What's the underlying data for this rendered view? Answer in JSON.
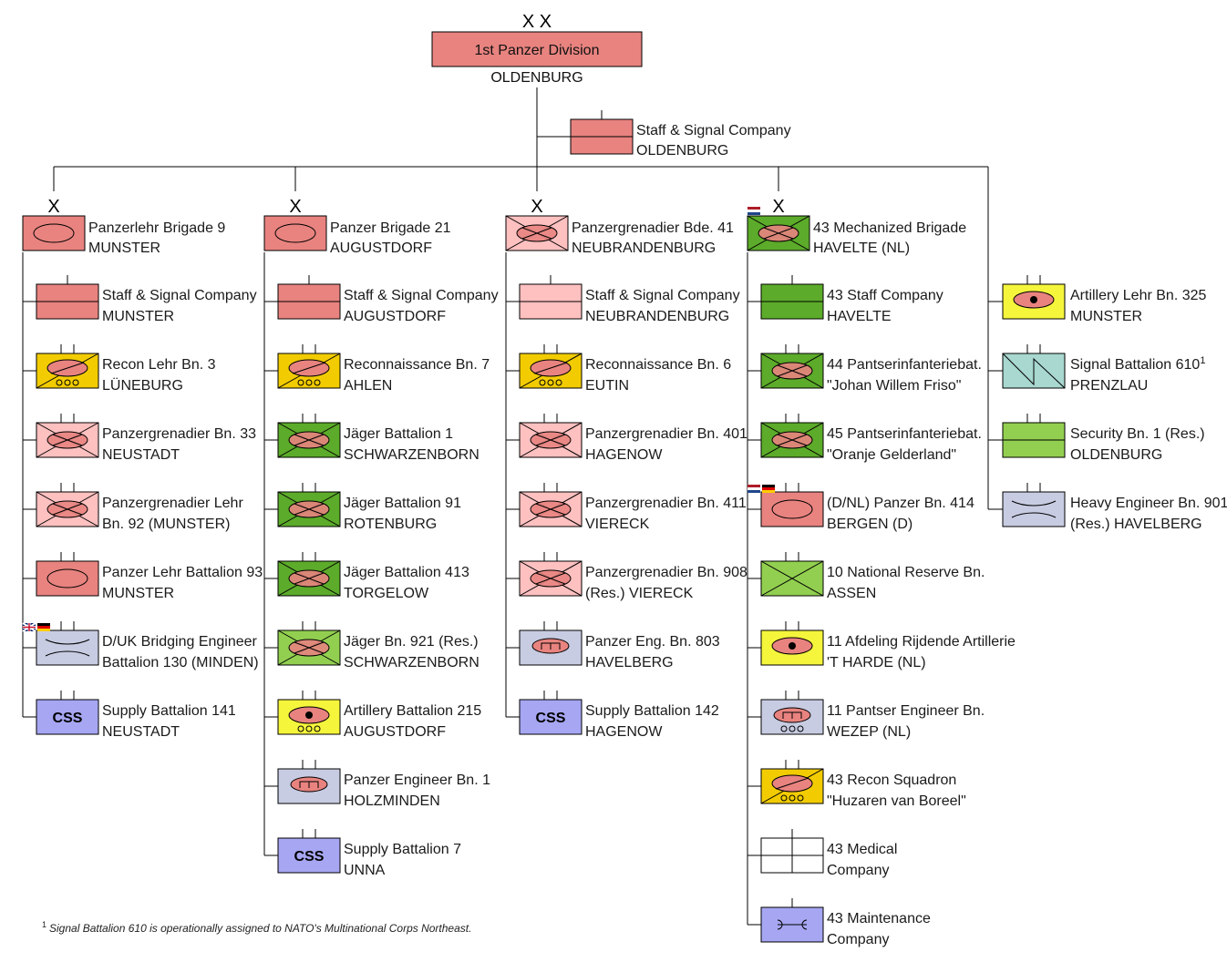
{
  "division": {
    "echelon": "X X",
    "name": "1st Panzer Division",
    "location": "OLDENBURG"
  },
  "division_hq": {
    "line1": "Staff & Signal Company",
    "line2": "OLDENBURG"
  },
  "brigade_echelon": "X",
  "brigades": [
    {
      "line1": "Panzerlehr Brigade 9",
      "line2": "MUNSTER",
      "type": "armor",
      "fill": "#e8837f",
      "units": [
        {
          "line1": "Staff & Signal Company",
          "line2": "MUNSTER",
          "type": "hq",
          "fill": "#e8837f"
        },
        {
          "line1": "Recon Lehr Bn. 3",
          "line2": "LÜNEBURG",
          "type": "recon",
          "fill": "#f2cc00"
        },
        {
          "line1": "Panzergrenadier Bn. 33",
          "line2": "NEUSTADT",
          "type": "mech",
          "fill": "#ffc0c0"
        },
        {
          "line1": "Panzergrenadier Lehr",
          "line2": "Bn. 92 (MUNSTER)",
          "type": "mech",
          "fill": "#ffc0c0"
        },
        {
          "line1": "Panzer Lehr Battalion 93",
          "line2": "MUNSTER",
          "type": "armor",
          "fill": "#e8837f"
        },
        {
          "line1": "D/UK Bridging Engineer",
          "line2": "Battalion 130 (MINDEN)",
          "type": "bridging",
          "fill": "#c8cce2",
          "flags": "uk-de"
        },
        {
          "line1": "Supply Battalion 141",
          "line2": "NEUSTADT",
          "type": "css",
          "fill": "#a6a6f2",
          "symbol_text": "CSS"
        }
      ]
    },
    {
      "line1": "Panzer Brigade 21",
      "line2": "AUGUSTDORF",
      "type": "armor",
      "fill": "#e8837f",
      "units": [
        {
          "line1": "Staff & Signal Company",
          "line2": "AUGUSTDORF",
          "type": "hq",
          "fill": "#e8837f"
        },
        {
          "line1": "Reconnaissance Bn. 7",
          "line2": "AHLEN",
          "type": "recon",
          "fill": "#f2cc00"
        },
        {
          "line1": "Jäger Battalion 1",
          "line2": "SCHWARZENBORN",
          "type": "mech",
          "fill": "#5cab2a"
        },
        {
          "line1": "Jäger Battalion 91",
          "line2": "ROTENBURG",
          "type": "mech",
          "fill": "#5cab2a"
        },
        {
          "line1": "Jäger Battalion 413",
          "line2": "TORGELOW",
          "type": "mech",
          "fill": "#5cab2a"
        },
        {
          "line1": "Jäger Bn. 921 (Res.)",
          "line2": "SCHWARZENBORN",
          "type": "mech",
          "fill": "#92cf50"
        },
        {
          "line1": "Artillery Battalion 215",
          "line2": "AUGUSTDORF",
          "type": "artillery",
          "fill": "#f5f53c"
        },
        {
          "line1": "Panzer Engineer Bn. 1",
          "line2": "HOLZMINDEN",
          "type": "engineer",
          "fill": "#c8cce2"
        },
        {
          "line1": "Supply Battalion 7",
          "line2": "UNNA",
          "type": "css",
          "fill": "#a6a6f2",
          "symbol_text": "CSS"
        }
      ]
    },
    {
      "line1": "Panzergrenadier Bde. 41",
      "line2": "NEUBRANDENBURG",
      "type": "mech",
      "fill": "#ffc0c0",
      "units": [
        {
          "line1": "Staff & Signal Company",
          "line2": "NEUBRANDENBURG",
          "type": "hq",
          "fill": "#ffc0c0"
        },
        {
          "line1": "Reconnaissance Bn. 6",
          "line2": "EUTIN",
          "type": "recon",
          "fill": "#f2cc00"
        },
        {
          "line1": "Panzergrenadier Bn. 401",
          "line2": "HAGENOW",
          "type": "mech",
          "fill": "#ffc0c0"
        },
        {
          "line1": "Panzergrenadier Bn. 411",
          "line2": "VIERECK",
          "type": "mech",
          "fill": "#ffc0c0"
        },
        {
          "line1": "Panzergrenadier Bn. 908",
          "line2": "(Res.) VIERECK",
          "type": "mech",
          "fill": "#ffc0c0"
        },
        {
          "line1": "Panzer Eng. Bn. 803",
          "line2": "HAVELBERG",
          "type": "engineer",
          "fill": "#c8cce2"
        },
        {
          "line1": "Supply Battalion 142",
          "line2": "HAGENOW",
          "type": "css",
          "fill": "#a6a6f2",
          "symbol_text": "CSS"
        }
      ]
    },
    {
      "line1": "43 Mechanized Brigade",
      "line2": "HAVELTE (NL)",
      "type": "mech",
      "fill": "#5cab2a",
      "flags": "nl",
      "units": [
        {
          "line1": "43 Staff Company",
          "line2": "HAVELTE",
          "type": "hq",
          "fill": "#5cab2a"
        },
        {
          "line1": "44 Pantserinfanteriebat.",
          "line2": "\"Johan Willem Friso\"",
          "type": "mech",
          "fill": "#5cab2a"
        },
        {
          "line1": "45 Pantserinfanteriebat.",
          "line2": "\"Oranje Gelderland\"",
          "type": "mech",
          "fill": "#5cab2a"
        },
        {
          "line1": "(D/NL) Panzer Bn. 414",
          "line2": "BERGEN (D)",
          "type": "armor",
          "fill": "#e8837f",
          "flags": "nl-de"
        },
        {
          "line1": "10 National Reserve Bn.",
          "line2": "ASSEN",
          "type": "infantry",
          "fill": "#92cf50"
        },
        {
          "line1": "11 Afdeling Rijdende Artillerie",
          "line2": "'T HARDE (NL)",
          "type": "artillery",
          "fill": "#f5f53c"
        },
        {
          "line1": "11 Pantser Engineer Bn.",
          "line2": "WEZEP (NL)",
          "type": "engineer",
          "fill": "#c8cce2"
        },
        {
          "line1": "43 Recon Squadron",
          "line2": "\"Huzaren van Boreel\"",
          "type": "recon",
          "fill": "#f2cc00"
        },
        {
          "line1": "43 Medical",
          "line2": "Company",
          "type": "medical",
          "fill": "#ffffff"
        },
        {
          "line1": "43 Maintenance",
          "line2": "Company",
          "type": "maintenance",
          "fill": "#a6a6f2"
        }
      ]
    }
  ],
  "division_troops": [
    {
      "line1": "Artillery Lehr Bn. 325",
      "line2": "MUNSTER",
      "type": "artillery",
      "fill": "#f5f53c"
    },
    {
      "line1": "Signal Battalion 610",
      "footnote_mark": "1",
      "line2": "PRENZLAU",
      "type": "signal",
      "fill": "#a8d8d0"
    },
    {
      "line1": "Security Bn. 1 (Res.)",
      "line2": "OLDENBURG",
      "type": "hq",
      "fill": "#92cf50"
    },
    {
      "line1": "Heavy Engineer Bn. 901",
      "line2": "(Res.) HAVELBERG",
      "type": "bridging",
      "fill": "#c8cce2"
    }
  ],
  "footnote": {
    "mark": "1",
    "text": "Signal Battalion 610 is operationally assigned to NATO's Multinational Corps Northeast."
  },
  "colors": {
    "line": "#000000",
    "armor_oval": "#e8837f",
    "mech_red": "#e8837f"
  }
}
